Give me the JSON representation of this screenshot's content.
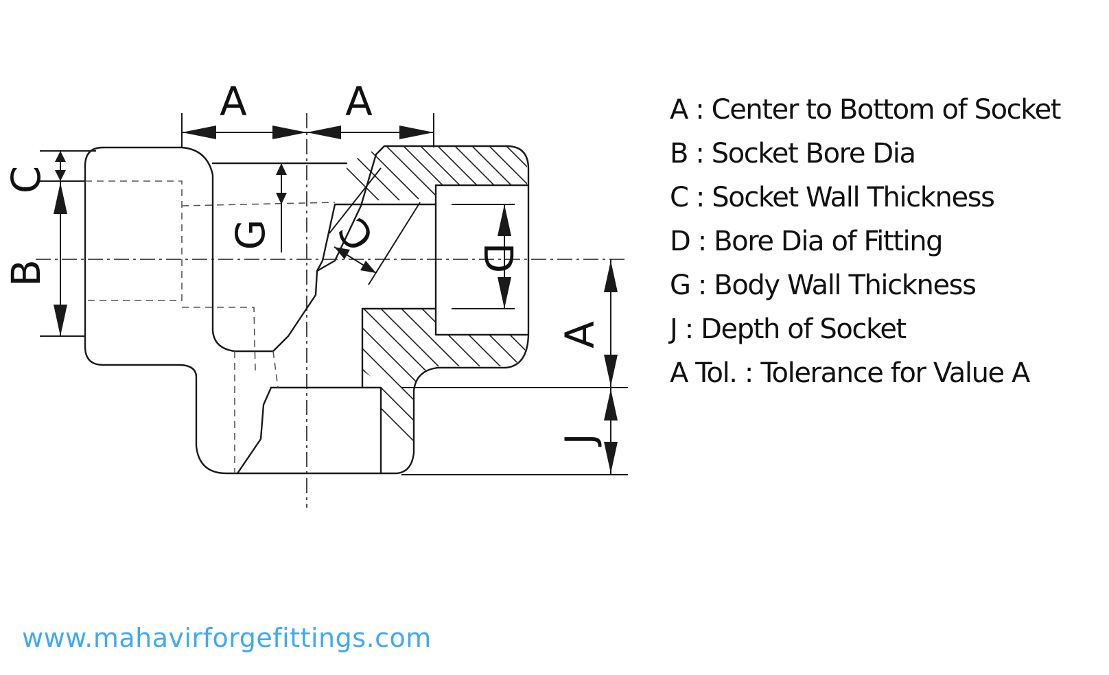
{
  "drawing": {
    "dimension_labels": {
      "a_left": "A",
      "a_right": "A",
      "a_vertical": "A",
      "b": "B",
      "c_outer": "C",
      "c_inner": "C",
      "d": "D",
      "g": "G",
      "j": "J"
    }
  },
  "legend": [
    "A : Center to Bottom of Socket",
    "B : Socket Bore Dia",
    "C : Socket Wall Thickness",
    "D : Bore Dia of Fitting",
    "G : Body Wall Thickness",
    "J : Depth of Socket",
    "A Tol. : Tolerance for Value A"
  ],
  "website": "www.mahavirforgefittings.com",
  "colors": {
    "line": "#1a1a1a",
    "website_text": "#3fa9f5",
    "background": "#ffffff"
  }
}
